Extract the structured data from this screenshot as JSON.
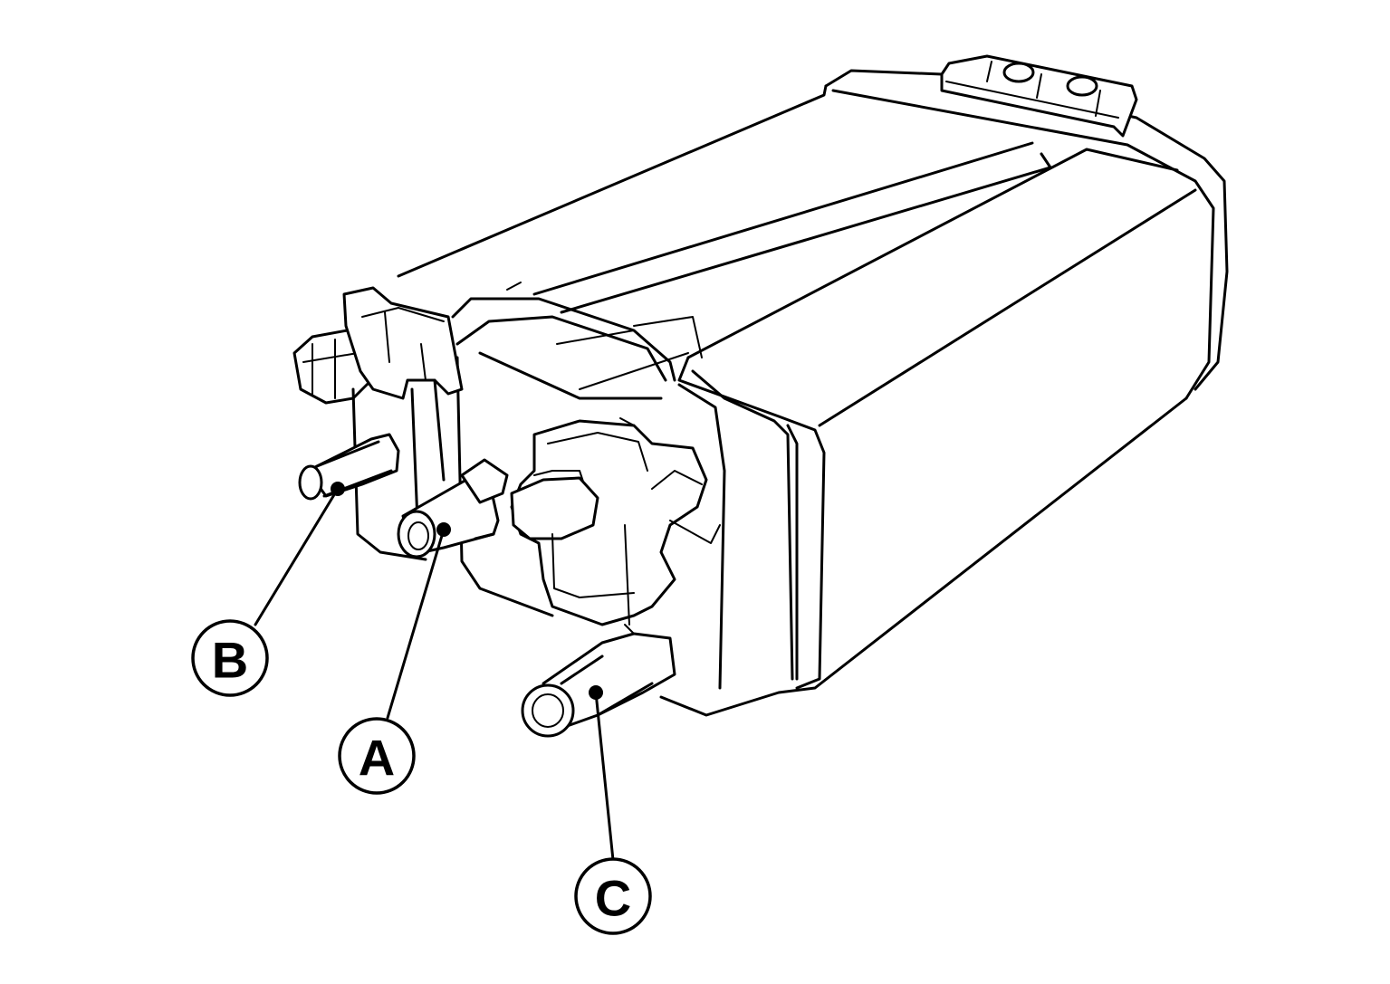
{
  "callouts": [
    {
      "id": "A",
      "label": "A"
    },
    {
      "id": "B",
      "label": "B"
    },
    {
      "id": "C",
      "label": "C"
    }
  ],
  "colors": {
    "line": "#000000",
    "background": "#ffffff"
  }
}
